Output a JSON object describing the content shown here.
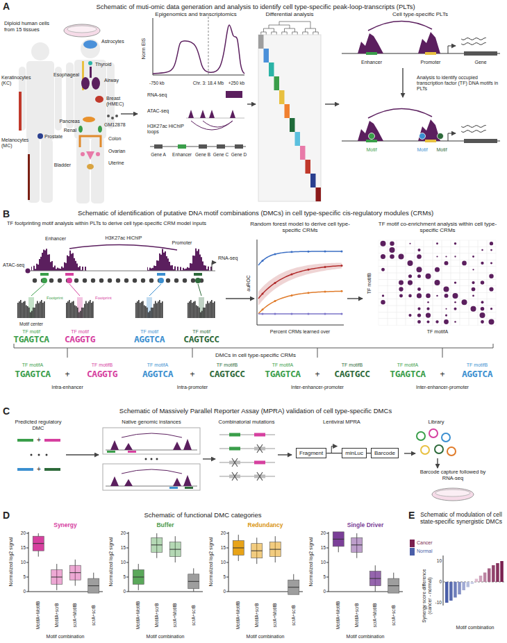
{
  "diagram": {
    "nodes": [
      {
        "text": [
          "Fragment"
        ]
      },
      {
        "text": [
          "minLuc"
        ]
      },
      {
        "text": [
          "Barcode"
        ]
      }
    ],
    "edges": [
      {
        "from": 0,
        "to": 1,
        "arrow": "none"
      },
      {
        "from": 1,
        "to": 2,
        "arrow": "none"
      }
    ],
    "labels": [
      "A",
      "Schematic of muti-omic data generation and analysis to identify cell type-specific peak-loop-transcripts (PLTs)",
      "Diploid human cells from 15 tissues",
      "Astrocytes",
      "Thyroid",
      "Esophageal",
      "Airway",
      "Breast (HMEC)",
      "Keratinocytes (KC)",
      "Melanocytes (MC)",
      "GM12878",
      "Pancreas",
      "Renal",
      "Colon",
      "Ovarian",
      "Uterine",
      "Bladder",
      "Prostate",
      "Epigenomics and transcriptomics",
      "Norm EIS",
      "-750 kb",
      "Chr. 3: 18.4 Mb",
      "+250 kb",
      "RNA-seq",
      "ATAC-seq",
      "H3K27ac HiChIP loops",
      "Gene A",
      "Enhancer",
      "Gene B",
      "Gene C",
      "Gene D",
      "Differential analysis",
      "Cell type-specific PLTs",
      "Enhancer",
      "Promoter",
      "Gene",
      "Analysis to identify occupied transcription factor (TF) DNA motifs in PLTs",
      "Motif",
      "Motif",
      "Motif",
      "B",
      "Schematic of identification of putative DNA motif combinations (DMCs) in cell type-specific cis-regulatory modules (CRMs)",
      "TF footprinting motif analysis within PLTs to derive cell type-specific CRM model inputs",
      "Enhancer",
      "H3K27ac HiChIP",
      "Promoter",
      "ATAC-seq",
      "RNA-seq",
      "Footprint",
      "Footprint",
      "Motif center",
      "TF motif",
      "TGAGTCA",
      "TF motif",
      "CAGGTG",
      "TF motif",
      "AGGTCA",
      "TF motif",
      "CAGTGCC",
      "Random forest model to derive cell type-specific CRMs",
      "auROC",
      "Percent CRMs learned over",
      "TF motif co-enrichment analysis within cell type-specific CRMs",
      "TF motifB",
      "TF motifA",
      "DMCs in cell type-specific CRMs",
      "TF motifA",
      "Intra-enhancer",
      "TF motifB",
      "TGAGTCA",
      "+",
      "CAGGTG",
      "TF motifA",
      "Intra-promoter",
      "TF motifB",
      "AGGTCA",
      "+",
      "CAGTGCC",
      "TF motifA",
      "Inter-enhancer-promoter",
      "TF motifB",
      "TGAGTCA",
      "+",
      "CAGTGCC",
      "TF motifA",
      "Inter-enhancer-promoter",
      "TF motifB",
      "TGAGTCA",
      "+",
      "AGGTCA",
      "C",
      "Schematic of Massively Parallel Reporter Assay (MPRA) validation of cell type-specific DMCs",
      "Predicted regulatory DMC",
      "+",
      "+",
      "Native genomic instances",
      "Combinatorial mutations",
      "Lentiviral MPRA",
      "Library",
      "Barcode capture followed by RNA-seq",
      "D",
      "Schematic of functional DMC categories",
      "Synergy",
      "Normalized log2 signal",
      "20",
      "15",
      "10",
      "5",
      "0",
      "MotifA+MotifB",
      "MotifA+scrB",
      "scrA+MotifB",
      "scrA+scrB",
      "Motif combination",
      "Buffer",
      "Normalized log2 signal",
      "20",
      "15",
      "10",
      "5",
      "0",
      "MotifA+MotifB",
      "MotifA+scrB",
      "scrA+MotifB",
      "scrA+scrB",
      "Motif combination",
      "Redundancy",
      "Normalized log2 signal",
      "20",
      "15",
      "10",
      "5",
      "0",
      "MotifA+MotifB",
      "MotifA+scrB",
      "scrA+MotifB",
      "scrA+scrB",
      "Motif combination",
      "Single Driver",
      "Normalized log2 signal",
      "20",
      "15",
      "10",
      "5",
      "0",
      "MotifA+MotifB",
      "MotifA+scrB",
      "scrA+MotifB",
      "scrA+scrB",
      "Motif combination",
      "E",
      "Schematic of modulation of cell state-specific synergistic DMCs",
      "Synergy score difference (cancer - normal)",
      "10",
      "0",
      "-10",
      "Motif combination"
    ],
    "legend": [
      {
        "text": "Cancer",
        "color": "#7a1f4f"
      },
      {
        "text": "Normal",
        "color": "#4a5ea8"
      }
    ]
  }
}
